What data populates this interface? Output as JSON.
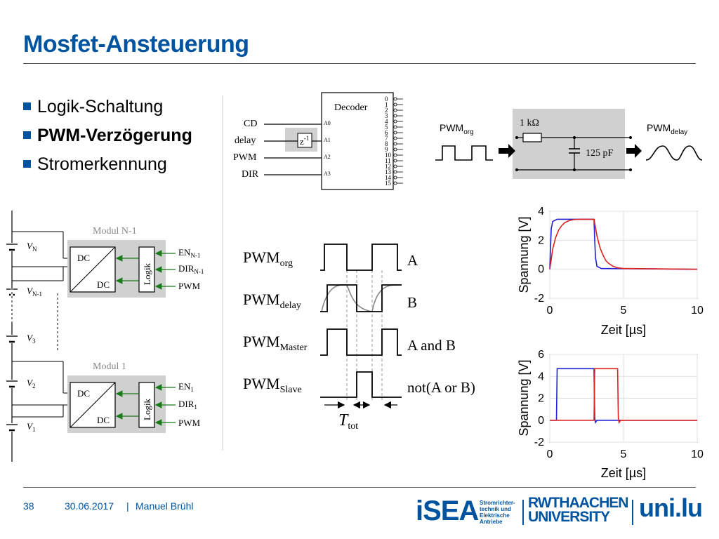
{
  "title": "Mosfet-Ansteuerung",
  "bullets": [
    {
      "label": "Logik-Schaltung",
      "active": false
    },
    {
      "label": "PWM-Verzögerung",
      "active": true
    },
    {
      "label": "Stromerkennung",
      "active": false
    }
  ],
  "decoder": {
    "title": "Decoder",
    "inputs": [
      "CD",
      "delay",
      "PWM",
      "DIR"
    ],
    "pins": [
      "A0",
      "A1",
      "A2",
      "A3"
    ],
    "delay_block": "z",
    "delay_exp": "-1",
    "outputs": [
      "0",
      "1",
      "2",
      "3",
      "4",
      "5",
      "6",
      "7",
      "8",
      "9",
      "10",
      "11",
      "12",
      "13",
      "14",
      "15"
    ]
  },
  "rc_filter": {
    "input_label": "PWM",
    "input_sub": "org",
    "output_label": "PWM",
    "output_sub": "delay",
    "resistor": "1 kΩ",
    "capacitor": "125 pF"
  },
  "modules": {
    "top_title": "Modul N-1",
    "bottom_title": "Modul 1",
    "dc_top": "DC",
    "dc_bottom": "DC",
    "logic": "Logik",
    "top_signals": [
      {
        "base": "EN",
        "sub": "N-1"
      },
      {
        "base": "DIR",
        "sub": "N-1"
      },
      {
        "base": "PWM",
        "sub": ""
      }
    ],
    "bottom_signals": [
      {
        "base": "EN",
        "sub": "1"
      },
      {
        "base": "DIR",
        "sub": "1"
      },
      {
        "base": "PWM",
        "sub": ""
      }
    ],
    "voltages": [
      {
        "base": "V",
        "sub": "N"
      },
      {
        "base": "V",
        "sub": "N-1"
      },
      {
        "base": "V",
        "sub": "3"
      },
      {
        "base": "V",
        "sub": "2"
      },
      {
        "base": "V",
        "sub": "1"
      }
    ]
  },
  "timing": {
    "rows": [
      {
        "base": "PWM",
        "sub": "org",
        "logic": "A"
      },
      {
        "base": "PWM",
        "sub": "delay",
        "logic": "B"
      },
      {
        "base": "PWM",
        "sub": "Master",
        "logic": "A and B"
      },
      {
        "base": "PWM",
        "sub": "Slave",
        "logic": "not(A or B)"
      }
    ],
    "ttot_base": "T",
    "ttot_sub": "tot"
  },
  "chart_data": [
    {
      "type": "line",
      "xlabel": "Zeit [µs]",
      "ylabel": "Spannung [V]",
      "xlim": [
        0,
        10
      ],
      "ylim": [
        -2,
        4
      ],
      "xticks": [
        0,
        5,
        10
      ],
      "yticks": [
        -2,
        0,
        2,
        4
      ],
      "grid": true,
      "series": [
        {
          "color": "#1f1fd6",
          "x": [
            0,
            0.05,
            0.1,
            0.2,
            0.5,
            3.0,
            3.05,
            3.1,
            3.2,
            3.5,
            10
          ],
          "y": [
            0,
            1.5,
            2.8,
            3.3,
            3.45,
            3.45,
            2.0,
            0.8,
            0.2,
            0.05,
            0
          ]
        },
        {
          "color": "#e02020",
          "x": [
            0,
            0.2,
            0.4,
            0.6,
            0.8,
            1.0,
            1.3,
            1.6,
            2.0,
            3.0,
            3.2,
            3.4,
            3.6,
            3.8,
            4.0,
            4.3,
            4.6,
            5.0,
            10
          ],
          "y": [
            0,
            1.4,
            2.2,
            2.7,
            3.0,
            3.2,
            3.35,
            3.42,
            3.45,
            3.45,
            2.3,
            1.5,
            1.0,
            0.6,
            0.4,
            0.2,
            0.1,
            0.05,
            0
          ]
        }
      ]
    },
    {
      "type": "line",
      "xlabel": "Zeit [µs]",
      "ylabel": "Spannung [V]",
      "xlim": [
        0,
        10
      ],
      "ylim": [
        -2,
        6
      ],
      "xticks": [
        0,
        5,
        10
      ],
      "yticks": [
        -2,
        0,
        2,
        4,
        6
      ],
      "grid": true,
      "series": [
        {
          "color": "#1f1fd6",
          "x": [
            0,
            0.45,
            0.5,
            0.55,
            3.0,
            3.05,
            3.1,
            3.2,
            10
          ],
          "y": [
            0,
            0,
            4.7,
            4.7,
            4.7,
            0.2,
            -0.2,
            0,
            0
          ]
        },
        {
          "color": "#e02020",
          "x": [
            0,
            3.0,
            3.05,
            3.1,
            4.6,
            4.65,
            4.7,
            4.8,
            10
          ],
          "y": [
            0,
            0,
            4.7,
            4.7,
            4.7,
            0.2,
            -0.2,
            0,
            0
          ]
        }
      ]
    }
  ],
  "footer": {
    "page": "38",
    "date": "30.06.2017",
    "separator": "|",
    "author": "Manuel Brühl"
  },
  "logos": {
    "isea": "iSEA",
    "isea_sub": [
      "Stromrichter-",
      "technik und",
      "Elektrische",
      "Antriebe"
    ],
    "rwth_line1": "RWTHAACHEN",
    "rwth_line2": "UNIVERSITY",
    "unilu": "uni.lu"
  }
}
